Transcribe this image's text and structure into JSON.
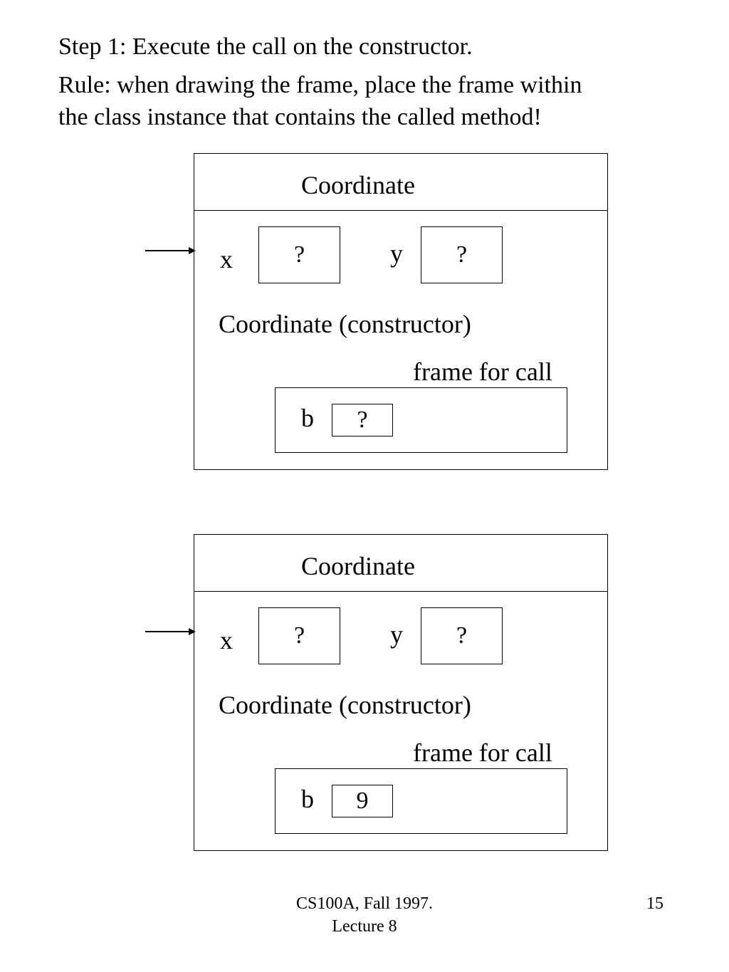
{
  "slide": {
    "step": "Step 1: Execute the call on the constructor.",
    "rule_line1": "Rule: when drawing the frame, place the frame within",
    "rule_line2": "the class instance that contains the called method!"
  },
  "diagrams": [
    {
      "class_name": "Coordinate",
      "field_x_label": "x",
      "field_x_value": "?",
      "field_y_label": "y",
      "field_y_value": "?",
      "method_label": "Coordinate (constructor)",
      "frame_label": "frame for call",
      "param_label": "b",
      "param_value": "?"
    },
    {
      "class_name": "Coordinate",
      "field_x_label": "x",
      "field_x_value": "?",
      "field_y_label": "y",
      "field_y_value": "?",
      "method_label": "Coordinate (constructor)",
      "frame_label": "frame for call",
      "param_label": "b",
      "param_value": "9"
    }
  ],
  "footer": {
    "course_line1": "CS100A, Fall 1997.",
    "course_line2": "Lecture 8",
    "page_number": "15"
  }
}
